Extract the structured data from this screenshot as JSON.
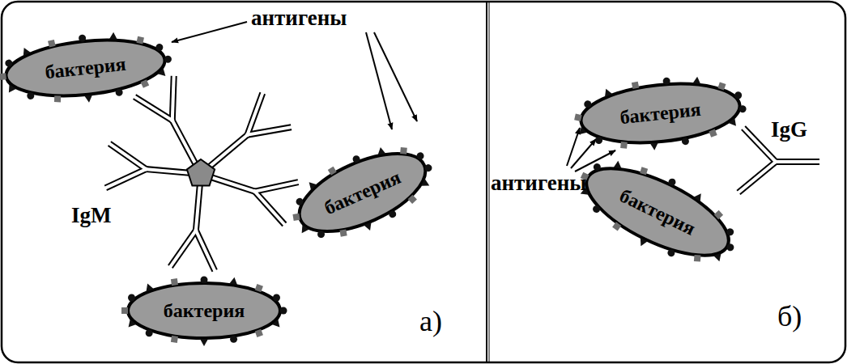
{
  "diagram": {
    "nodes": [
      {
        "text": [
          "бактерия"
        ]
      },
      {
        "text": [
          "бактерия"
        ]
      },
      {
        "text": [
          "бактерия"
        ]
      },
      {
        "text": [
          "бактерия"
        ]
      },
      {
        "text": [
          "бактерия"
        ]
      }
    ],
    "labels": [
      "антигены",
      "IgM",
      "а)",
      "антигены",
      "IgG",
      "б)"
    ]
  }
}
